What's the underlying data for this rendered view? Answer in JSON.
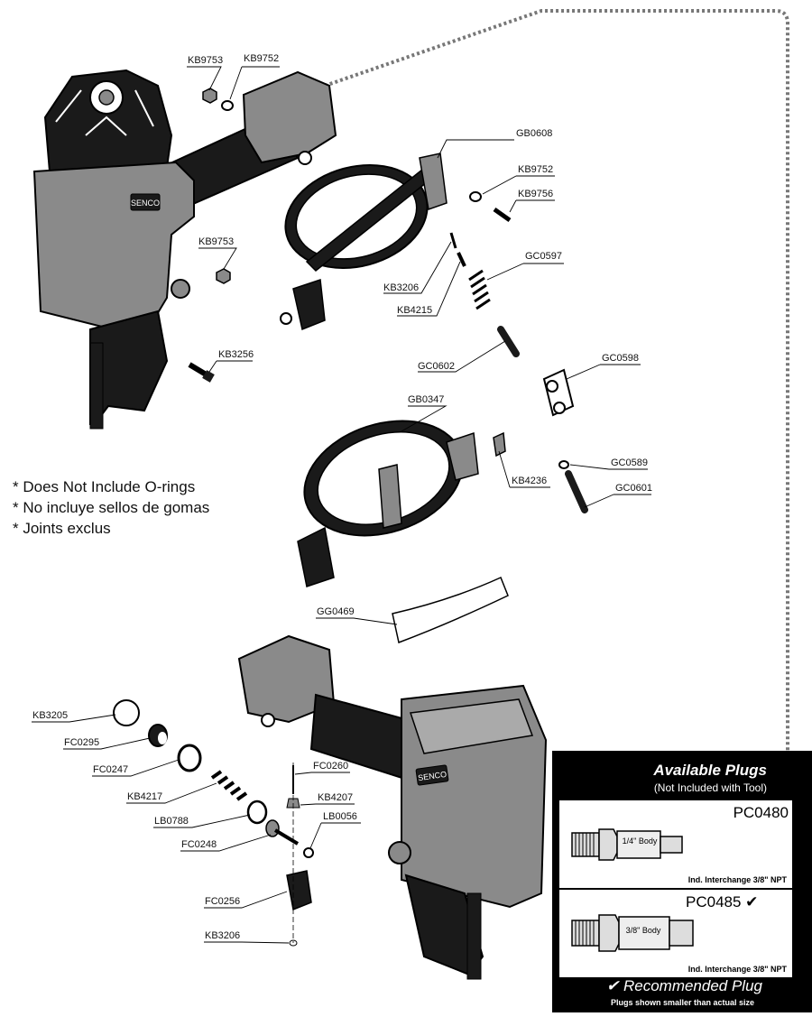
{
  "notes": [
    "* Does Not Include O-rings",
    "* No incluye sellos de gomas",
    "* Joints exclus"
  ],
  "labels": {
    "KB9753_top": "KB9753",
    "KB9752_top": "KB9752",
    "GB0608": "GB0608",
    "KB9752_right": "KB9752",
    "KB9756": "KB9756",
    "KB9753_mid": "KB9753",
    "GC0597": "GC0597",
    "KB3206_mid": "KB3206",
    "KB4215": "KB4215",
    "KB3256": "KB3256",
    "GC0602": "GC0602",
    "GC0598": "GC0598",
    "GB0347": "GB0347",
    "GC0589": "GC0589",
    "KB4236": "KB4236",
    "GC0601": "GC0601",
    "GG0469": "GG0469",
    "KB3205": "KB3205",
    "FC0295": "FC0295",
    "FC0260": "FC0260",
    "FC0247": "FC0247",
    "KB4207": "KB4207",
    "KB4217": "KB4217",
    "LB0788": "LB0788",
    "LB0056": "LB0056",
    "FC0248": "FC0248",
    "FC0256": "FC0256",
    "KB3206_bottom": "KB3206"
  },
  "brand_badge": "SENCO",
  "plugs_panel": {
    "title": "Available Plugs",
    "subtitle": "(Not Included with Tool)",
    "plug1_code": "PC0480",
    "plug1_body": "1/4\" Body",
    "plug1_note": "Ind. Interchange 3/8\" NPT",
    "plug2_code": "PC0485",
    "plug2_check": "✔",
    "plug2_body": "3/8\" Body",
    "plug2_note": "Ind. Interchange 3/8\" NPT",
    "recommended": "✔ Recommended Plug",
    "footnote": "Plugs shown smaller than actual size"
  },
  "colors": {
    "body_gray": "#8a8a8a",
    "dark": "#1a1a1a",
    "panel_black": "#000000"
  }
}
